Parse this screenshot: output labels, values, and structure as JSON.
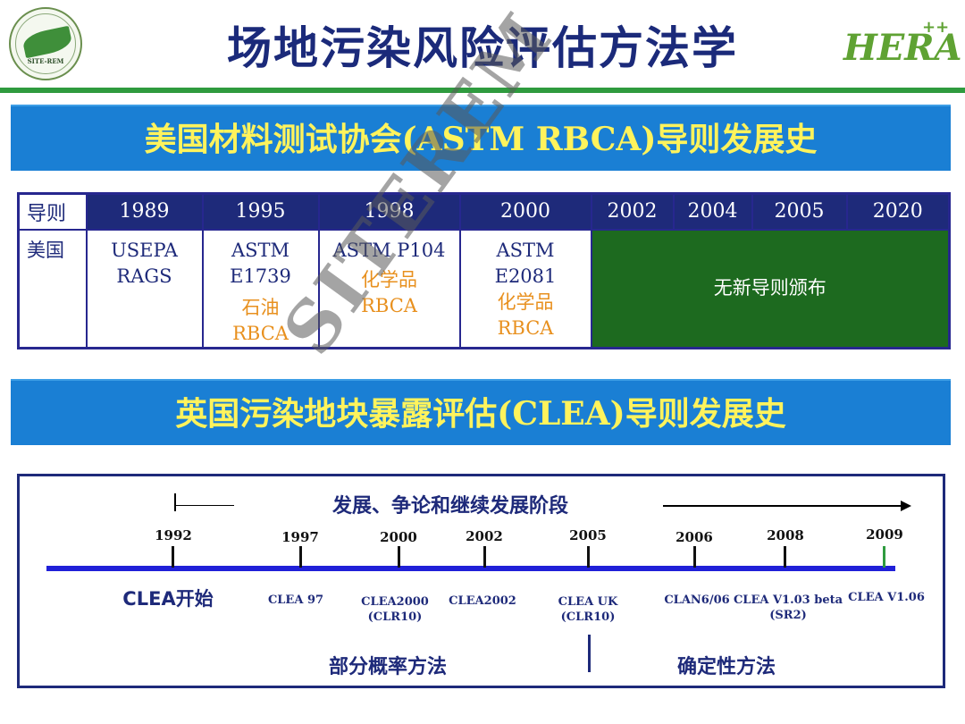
{
  "header": {
    "title": "场地污染风险评估方法学",
    "logo_left_text": "SITE-REM",
    "logo_right_text": "HERA",
    "logo_right_suffix": "++"
  },
  "astm_section": {
    "banner": "美国材料测试协会(ASTM RBCA)导则发展史",
    "table": {
      "header_label": "导则",
      "years": [
        "1989",
        "1995",
        "1998",
        "2000",
        "2002",
        "2004",
        "2005",
        "2020"
      ],
      "row_label": "美国",
      "cells": [
        {
          "lines": [
            "USEPA",
            "RAGS"
          ],
          "notes": []
        },
        {
          "lines": [
            "ASTM",
            "E1739"
          ],
          "notes": [
            "石油",
            "RBCA"
          ]
        },
        {
          "lines": [
            "ASTM P104"
          ],
          "notes": [
            "化学品",
            "RBCA"
          ]
        },
        {
          "lines": [
            "ASTM",
            "E2081"
          ],
          "notes": [
            "化学品",
            "RBCA"
          ]
        }
      ],
      "no_new_guideline": "无新导则颁布"
    }
  },
  "clea_section": {
    "banner": "英国污染地块暴露评估(CLEA)导则发展史",
    "phase_title": "发展、争论和继续发展阶段",
    "events": [
      {
        "year": "1992",
        "label": "CLEA开始"
      },
      {
        "year": "1997",
        "label": "CLEA 97"
      },
      {
        "year": "2000",
        "label": "CLEA2000",
        "sub": "(CLR10)"
      },
      {
        "year": "2002",
        "label": "CLEA2002"
      },
      {
        "year": "2005",
        "label": "CLEA UK",
        "sub": "(CLR10)"
      },
      {
        "year": "2006",
        "label": "CLAN6/06"
      },
      {
        "year": "2008",
        "label": "CLEA V1.03 beta",
        "sub": "(SR2)"
      },
      {
        "year": "2009",
        "label": "CLEA V1.06"
      }
    ],
    "method_left": "部分概率方法",
    "method_right": "确定性方法"
  },
  "watermark": "SITEREM",
  "colors": {
    "title_blue": "#1b2a7a",
    "banner_blue": "#1a7fd4",
    "banner_text": "#fff35c",
    "green_cell": "#1d6a1f",
    "orange_note": "#e8901e",
    "axis_blue": "#2020d8",
    "rule_green": "#2f9b3f"
  }
}
